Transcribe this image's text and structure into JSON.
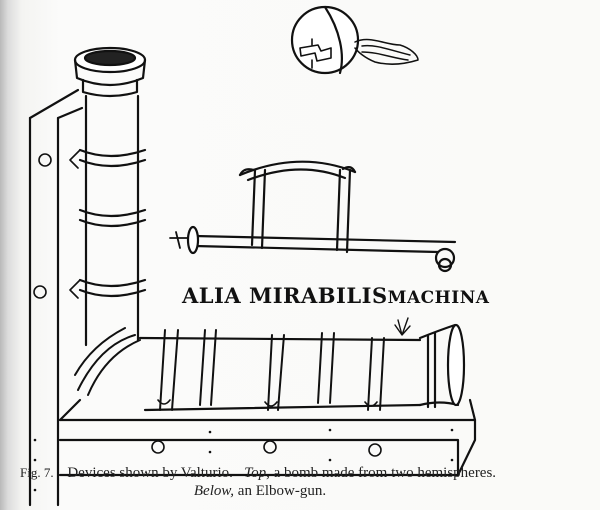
{
  "illustration": {
    "title_main": "ALIA MIRABILIS",
    "title_tail": "MACHINA"
  },
  "caption": {
    "figure_number": "Fig. 7.",
    "line1_text": "Devices shown by Valturio.",
    "top_label": "Top,",
    "top_text": "a bomb made from two hemispheres.",
    "below_label": "Below,",
    "below_text": "an Elbow-gun."
  }
}
